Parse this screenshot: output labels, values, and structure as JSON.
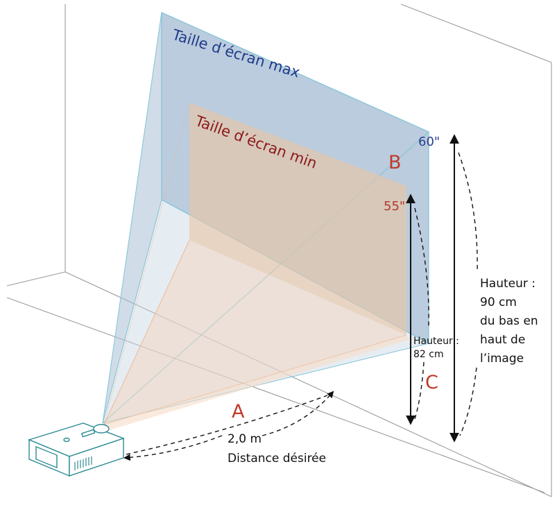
{
  "labels": {
    "max_screen": "Taille d’écran max",
    "min_screen": "Taille d’écran min",
    "size_max": "60\"",
    "size_min": "55\"",
    "letter_a": "A",
    "letter_b": "B",
    "letter_c": "C",
    "distance_value": "2,0 m",
    "distance_caption": "Distance désirée",
    "height_max": [
      "Hauteur :",
      "90 cm",
      "du bas en",
      "haut de",
      "l’image"
    ],
    "height_min": [
      "Hauteur :",
      "82 cm"
    ]
  },
  "colors": {
    "max_screen_fill": "#a9bfd4",
    "min_screen_fill": "#e8c6a8",
    "beam_line": "#7fc4d8",
    "min_beam_line": "#f0b896",
    "wall_line": "#9a9a9a",
    "projector": "#2b8a94"
  }
}
